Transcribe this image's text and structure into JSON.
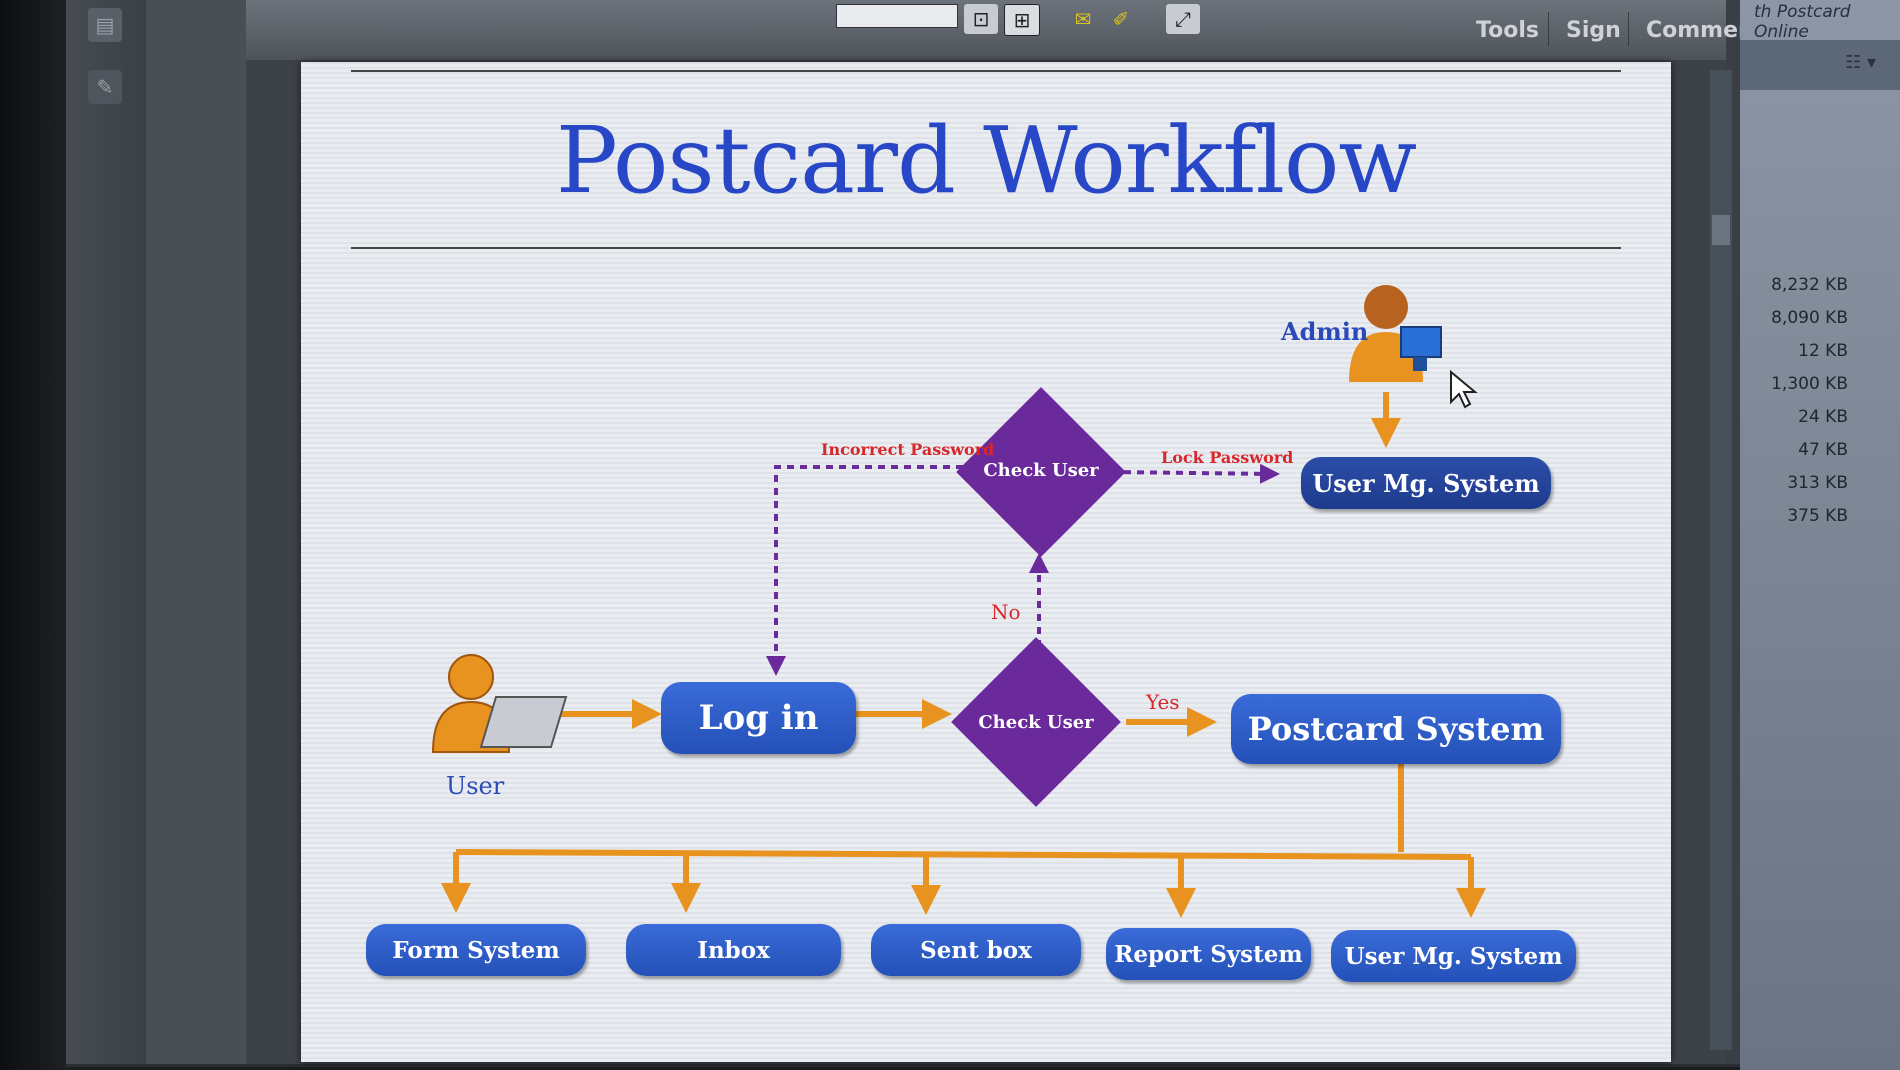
{
  "toolbar": {
    "tools_label": "Tools",
    "sign_label": "Sign",
    "comment_label": "Comment"
  },
  "right_panel": {
    "title": "th Postcard Online",
    "file_sizes": [
      "8,232 KB",
      "8,090 KB",
      "12 KB",
      "1,300 KB",
      "24 KB",
      "47 KB",
      "313 KB",
      "375 KB"
    ]
  },
  "diagram": {
    "title": "Postcard Workflow",
    "roles": {
      "admin": "Admin",
      "user": "User"
    },
    "nodes": {
      "log_in": "Log in",
      "postcard_system": "Postcard System",
      "user_mg_system_top": "User Mg. System",
      "check_user_top": "Check User",
      "check_user_bottom": "Check User",
      "form_system": "Form System",
      "inbox": "Inbox",
      "sent_box": "Sent box",
      "report_system": "Report System",
      "user_mg_system_bottom": "User Mg. System"
    },
    "edge_labels": {
      "incorrect_password": "Incorrect Password",
      "lock_password": "Lock Password",
      "no": "No",
      "yes": "Yes"
    },
    "colors": {
      "title": "#2747c7",
      "node": "#2a58c4",
      "decision": "#6a2a9c",
      "flow_arrow": "#e8931f",
      "dashed_arrow": "#6a2a9c",
      "edge_label": "#d8272a"
    }
  }
}
